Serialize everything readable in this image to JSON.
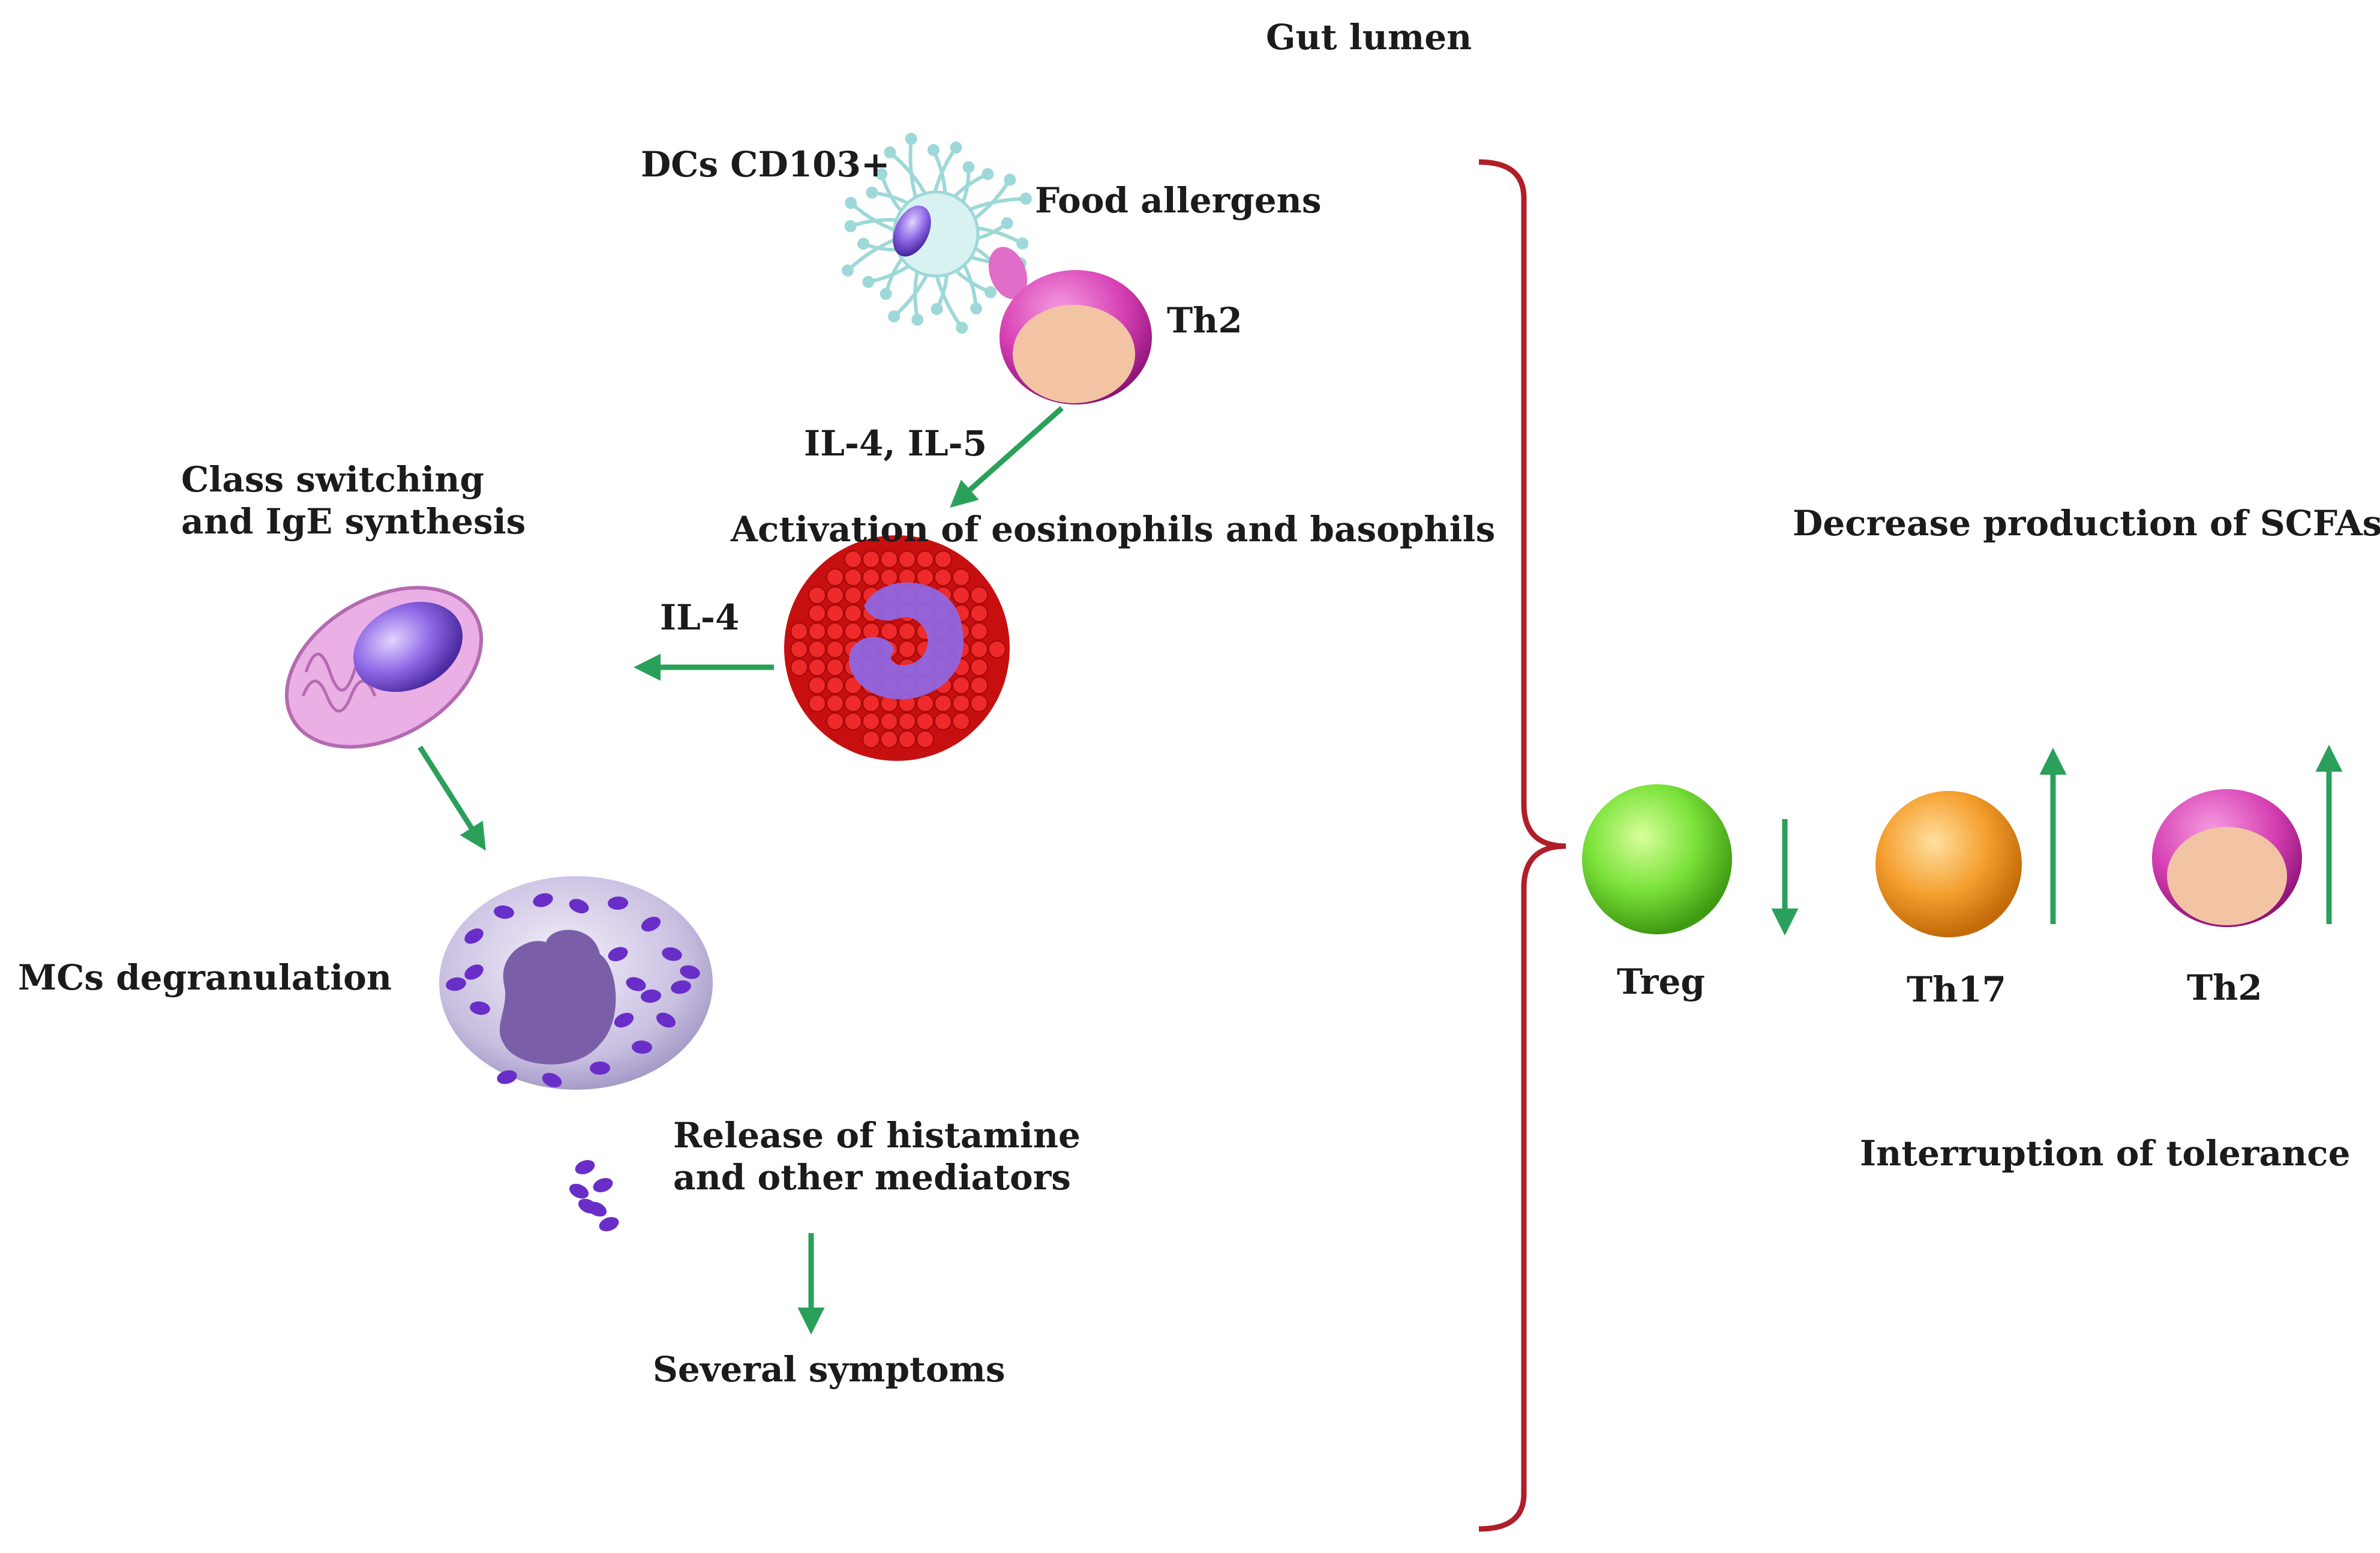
{
  "labels": {
    "gut_lumen": "Gut lumen",
    "dcs": "DCs CD103+",
    "food_allergens": "Food allergens",
    "th2_top": "Th2",
    "il4_il5": "IL-4, IL-5",
    "activation": "Activation of eosinophils and basophils",
    "class_switching": "Class switching\nand IgE synthesis",
    "il4": "IL-4",
    "mcs_degranulation": "MCs degranulation",
    "release": "Release of histamine\nand other mediators",
    "symptoms": "Several symptoms",
    "scfa": "Decrease production of SCFAs",
    "treg": "Treg",
    "th17": "Th17",
    "th2_right": "Th2",
    "tolerance": "Interruption of tolerance"
  },
  "trends": {
    "treg": "down",
    "th17": "up",
    "th2": "up"
  },
  "colors": {
    "arrow": "#2aa05a",
    "bracket": "#b01e2a",
    "th2_rim": "#d63fb3",
    "th2_core": "#f3c4a4",
    "treg": "#7be23a",
    "th17": "#f5a030",
    "eosinophil": "#e01818",
    "nucleus": "#8e68e6",
    "plasma_cell": "#e9a4e4",
    "mast_cell": "#c8bfe0",
    "granule": "#6a2ec8"
  }
}
